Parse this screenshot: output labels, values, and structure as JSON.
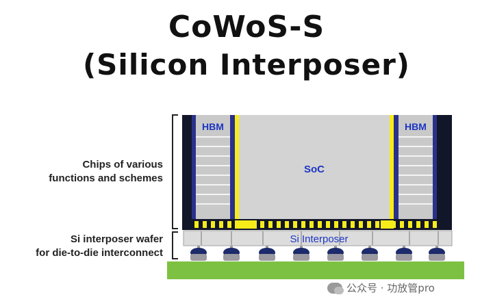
{
  "title": {
    "line1": "CoWoS-S",
    "line2": "(Silicon Interposer)"
  },
  "labels": {
    "chips_line1": "Chips of various",
    "chips_line2": "functions and schemes",
    "wafer_line1": "Si interposer wafer",
    "wafer_line2": "for die-to-die interconnect"
  },
  "diagram": {
    "hbm_left": "HBM",
    "hbm_right": "HBM",
    "soc": "SoC",
    "interposer": "Si Interposer"
  },
  "watermark": {
    "text": "公众号 · 功放管pro"
  },
  "colors": {
    "substrate": "#7dc142",
    "interposer": "#dcdcdc",
    "soc": "#d3d3d3",
    "hbm_stack": "#c9c9c9",
    "outline_dark": "#121629",
    "connector_yellow": "#f6ec1a",
    "bump_navy": "#1d2a6b",
    "label_blue": "#1c35c4"
  }
}
